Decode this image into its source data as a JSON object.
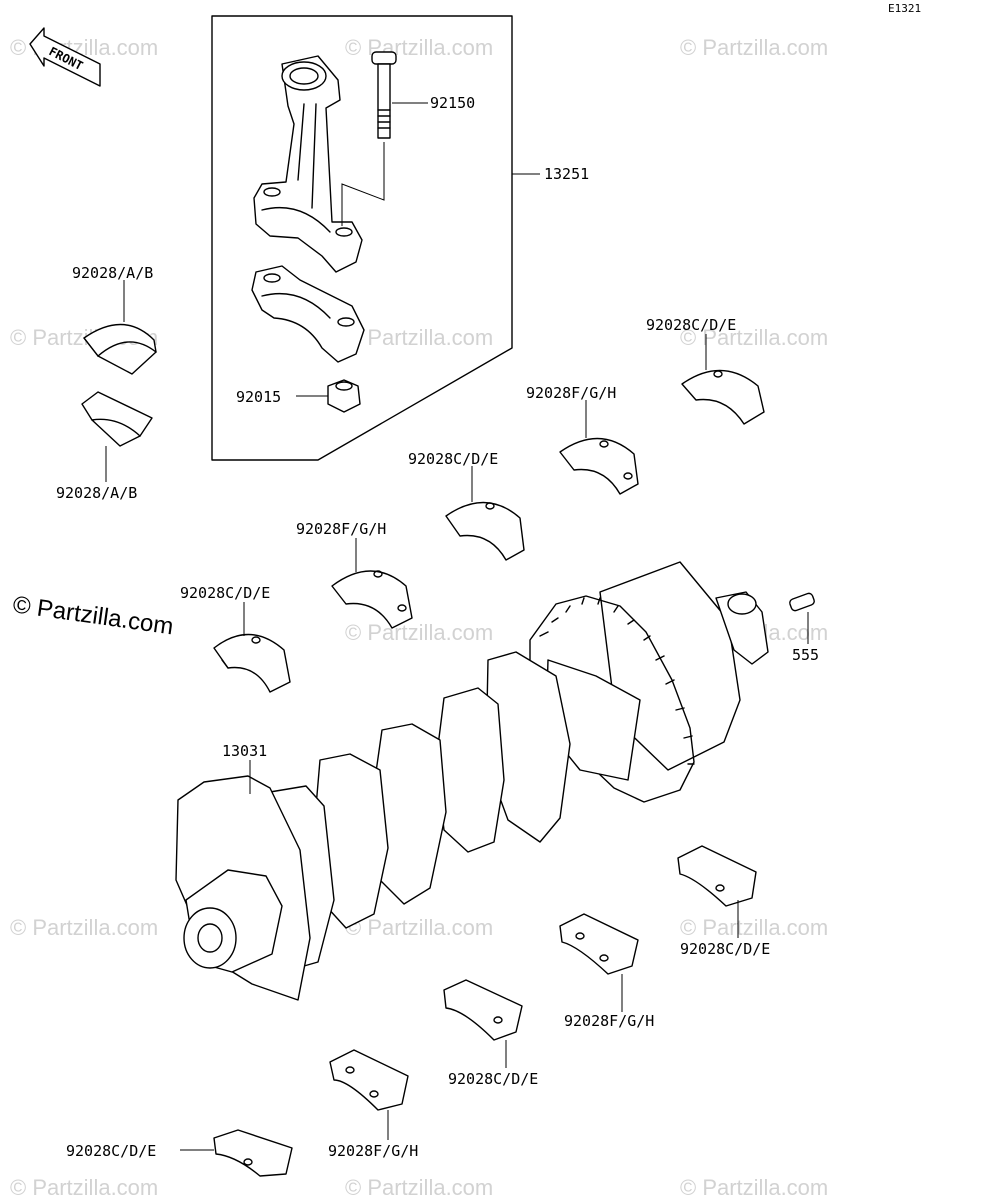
{
  "diagram_code": "E1321",
  "front_label": "FRONT",
  "watermark_text": "© Partzilla.com",
  "labels": {
    "conrod_bolt": "92150",
    "conrod_assy": "13251",
    "conrod_nut": "92015",
    "crankshaft": "13031",
    "pin": "555",
    "rod_bearing_top": "92028/A/B",
    "rod_bearing_bottom": "92028/A/B",
    "upper_main_1": "92028C/D/E",
    "upper_main_2": "92028F/G/H",
    "upper_main_3": "92028C/D/E",
    "upper_main_4": "92028F/G/H",
    "upper_main_5": "92028C/D/E",
    "lower_main_1": "92028C/D/E",
    "lower_main_2": "92028F/G/H",
    "lower_main_3": "92028C/D/E",
    "lower_main_4": "92028F/G/H",
    "lower_main_5": "92028C/D/E"
  },
  "colors": {
    "ink": "#000000",
    "watermark": "#d2d2d2",
    "background": "#ffffff"
  }
}
